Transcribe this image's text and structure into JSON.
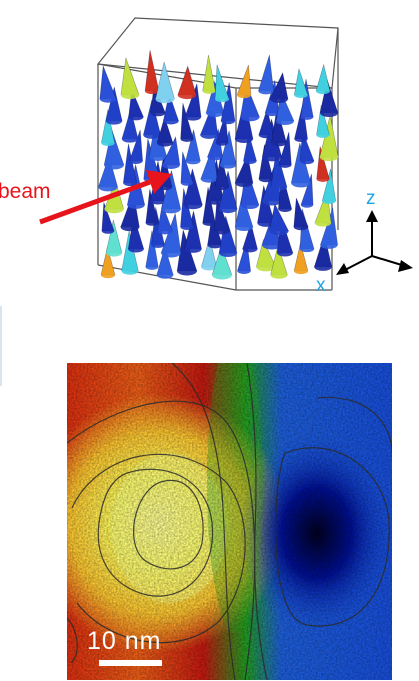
{
  "diagram": {
    "beam_label": "beam",
    "axis_z_label": "z",
    "axis_x_label": "x",
    "colors": {
      "beam": "#e8141c",
      "axis_labels": "#1ea6e6",
      "cube_outline": "#555555"
    }
  },
  "field_map": {
    "scale_bar_label": "10 nm",
    "colormap": [
      "#ffff70",
      "#ffd23c",
      "#f04a14",
      "#d01414",
      "#1a9a20",
      "#1850e0",
      "#0010a0"
    ]
  }
}
